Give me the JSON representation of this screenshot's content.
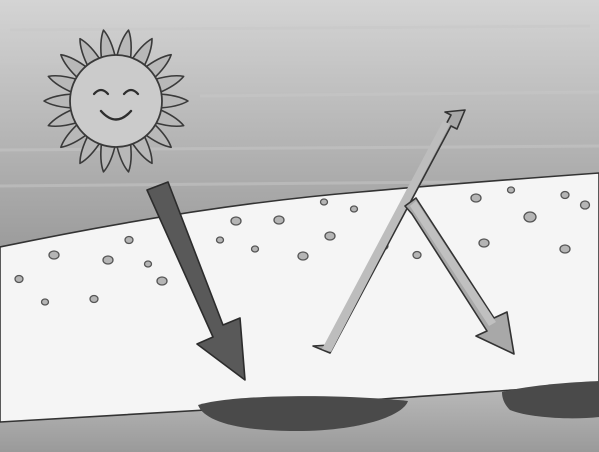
{
  "colors": {
    "sky_light": "#d2d2d2",
    "sky_dark": "#9e9e9e",
    "sand": "#f4f4f4",
    "sand_outline": "#3c3c3c",
    "bottom_band": "#a8a8a8",
    "sun_face": "#c9c9c9",
    "sun_petal": "#b9b9b9",
    "sun_outline": "#3a3a3a",
    "dark_arrow": "#5a5a5a",
    "reflected_arrow": "#a8a8a8",
    "puddle": "#4c4c4c",
    "pebble": "#b2b2b2"
  },
  "elements": {
    "sun": "sun-icon",
    "incoming_arrow": "down-arrow",
    "reflection_arrows": "reflection-arrows",
    "ground": "sand-layer",
    "puddles": "dark-puddles",
    "pebbles": "pebbles"
  }
}
